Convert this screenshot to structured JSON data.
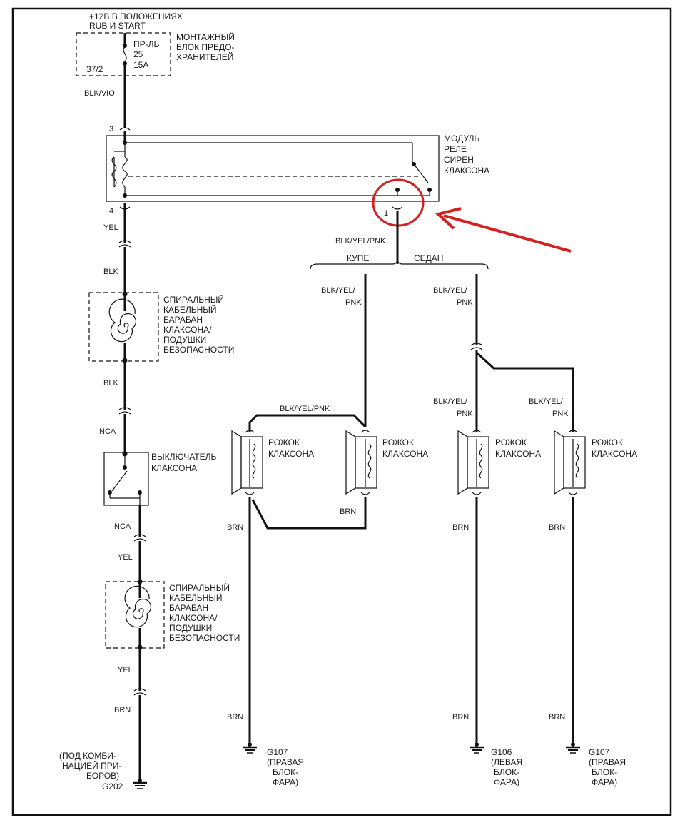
{
  "power": {
    "line1": "+12В В ПОЛОЖЕНИЯХ",
    "line2": "RUB И START"
  },
  "fuse_block": {
    "label": [
      "МОНТАЖНЫЙ",
      "БЛОК ПРЕДО-",
      "ХРАНИТЕЛЕЙ"
    ],
    "fuse": [
      "ПР-ЛЬ",
      "25",
      "15А"
    ],
    "pin": "37/2"
  },
  "relay": {
    "label": [
      "МОДУЛЬ",
      "РЕЛЕ",
      "СИРЕН",
      "КЛАКСОНА"
    ],
    "pin_top": "3",
    "pin_bottom": "4",
    "pin_out": "1"
  },
  "wires": {
    "blk_vio": "BLK/VIO",
    "yel": "YEL",
    "blk": "BLK",
    "nca": "NCA",
    "brn": "BRN",
    "blk_yel_pnk": "BLK/YEL/PNK",
    "blk_yel": "BLK/YEL/",
    "pnk": "PNK"
  },
  "variants": {
    "coupe": "КУПЕ",
    "sedan": "СЕДАН"
  },
  "clockspring": {
    "label": [
      "СПИРАЛЬНЫЙ",
      "КАБЕЛЬНЫЙ",
      "БАРАБАН",
      "КЛАКСОНА/",
      "ПОДУШКИ",
      "БЕЗОПАСНОСТИ"
    ]
  },
  "horn_switch": {
    "label": [
      "ВЫКЛЮЧАТЕЛЬ",
      "КЛАКСОНА"
    ]
  },
  "horn": {
    "label": [
      "РОЖОК",
      "КЛАКСОНА"
    ]
  },
  "grounds": {
    "g107_right": [
      "G107",
      "(ПРАВАЯ",
      "БЛОК-",
      "ФАРА)"
    ],
    "g106_left": [
      "G106",
      "(ЛЕВАЯ",
      "БЛОК-",
      "ФАРА)"
    ],
    "g107_right_b": [
      "G107",
      "(ПРАВАЯ",
      "БЛОК-",
      "ФАРА)"
    ],
    "g202": [
      "(ПОД КОМБИ-",
      "НАЦИЕЙ ПРИ-",
      "БОРОВ)",
      "G202"
    ]
  },
  "annotation": {
    "color": "#d42020"
  }
}
